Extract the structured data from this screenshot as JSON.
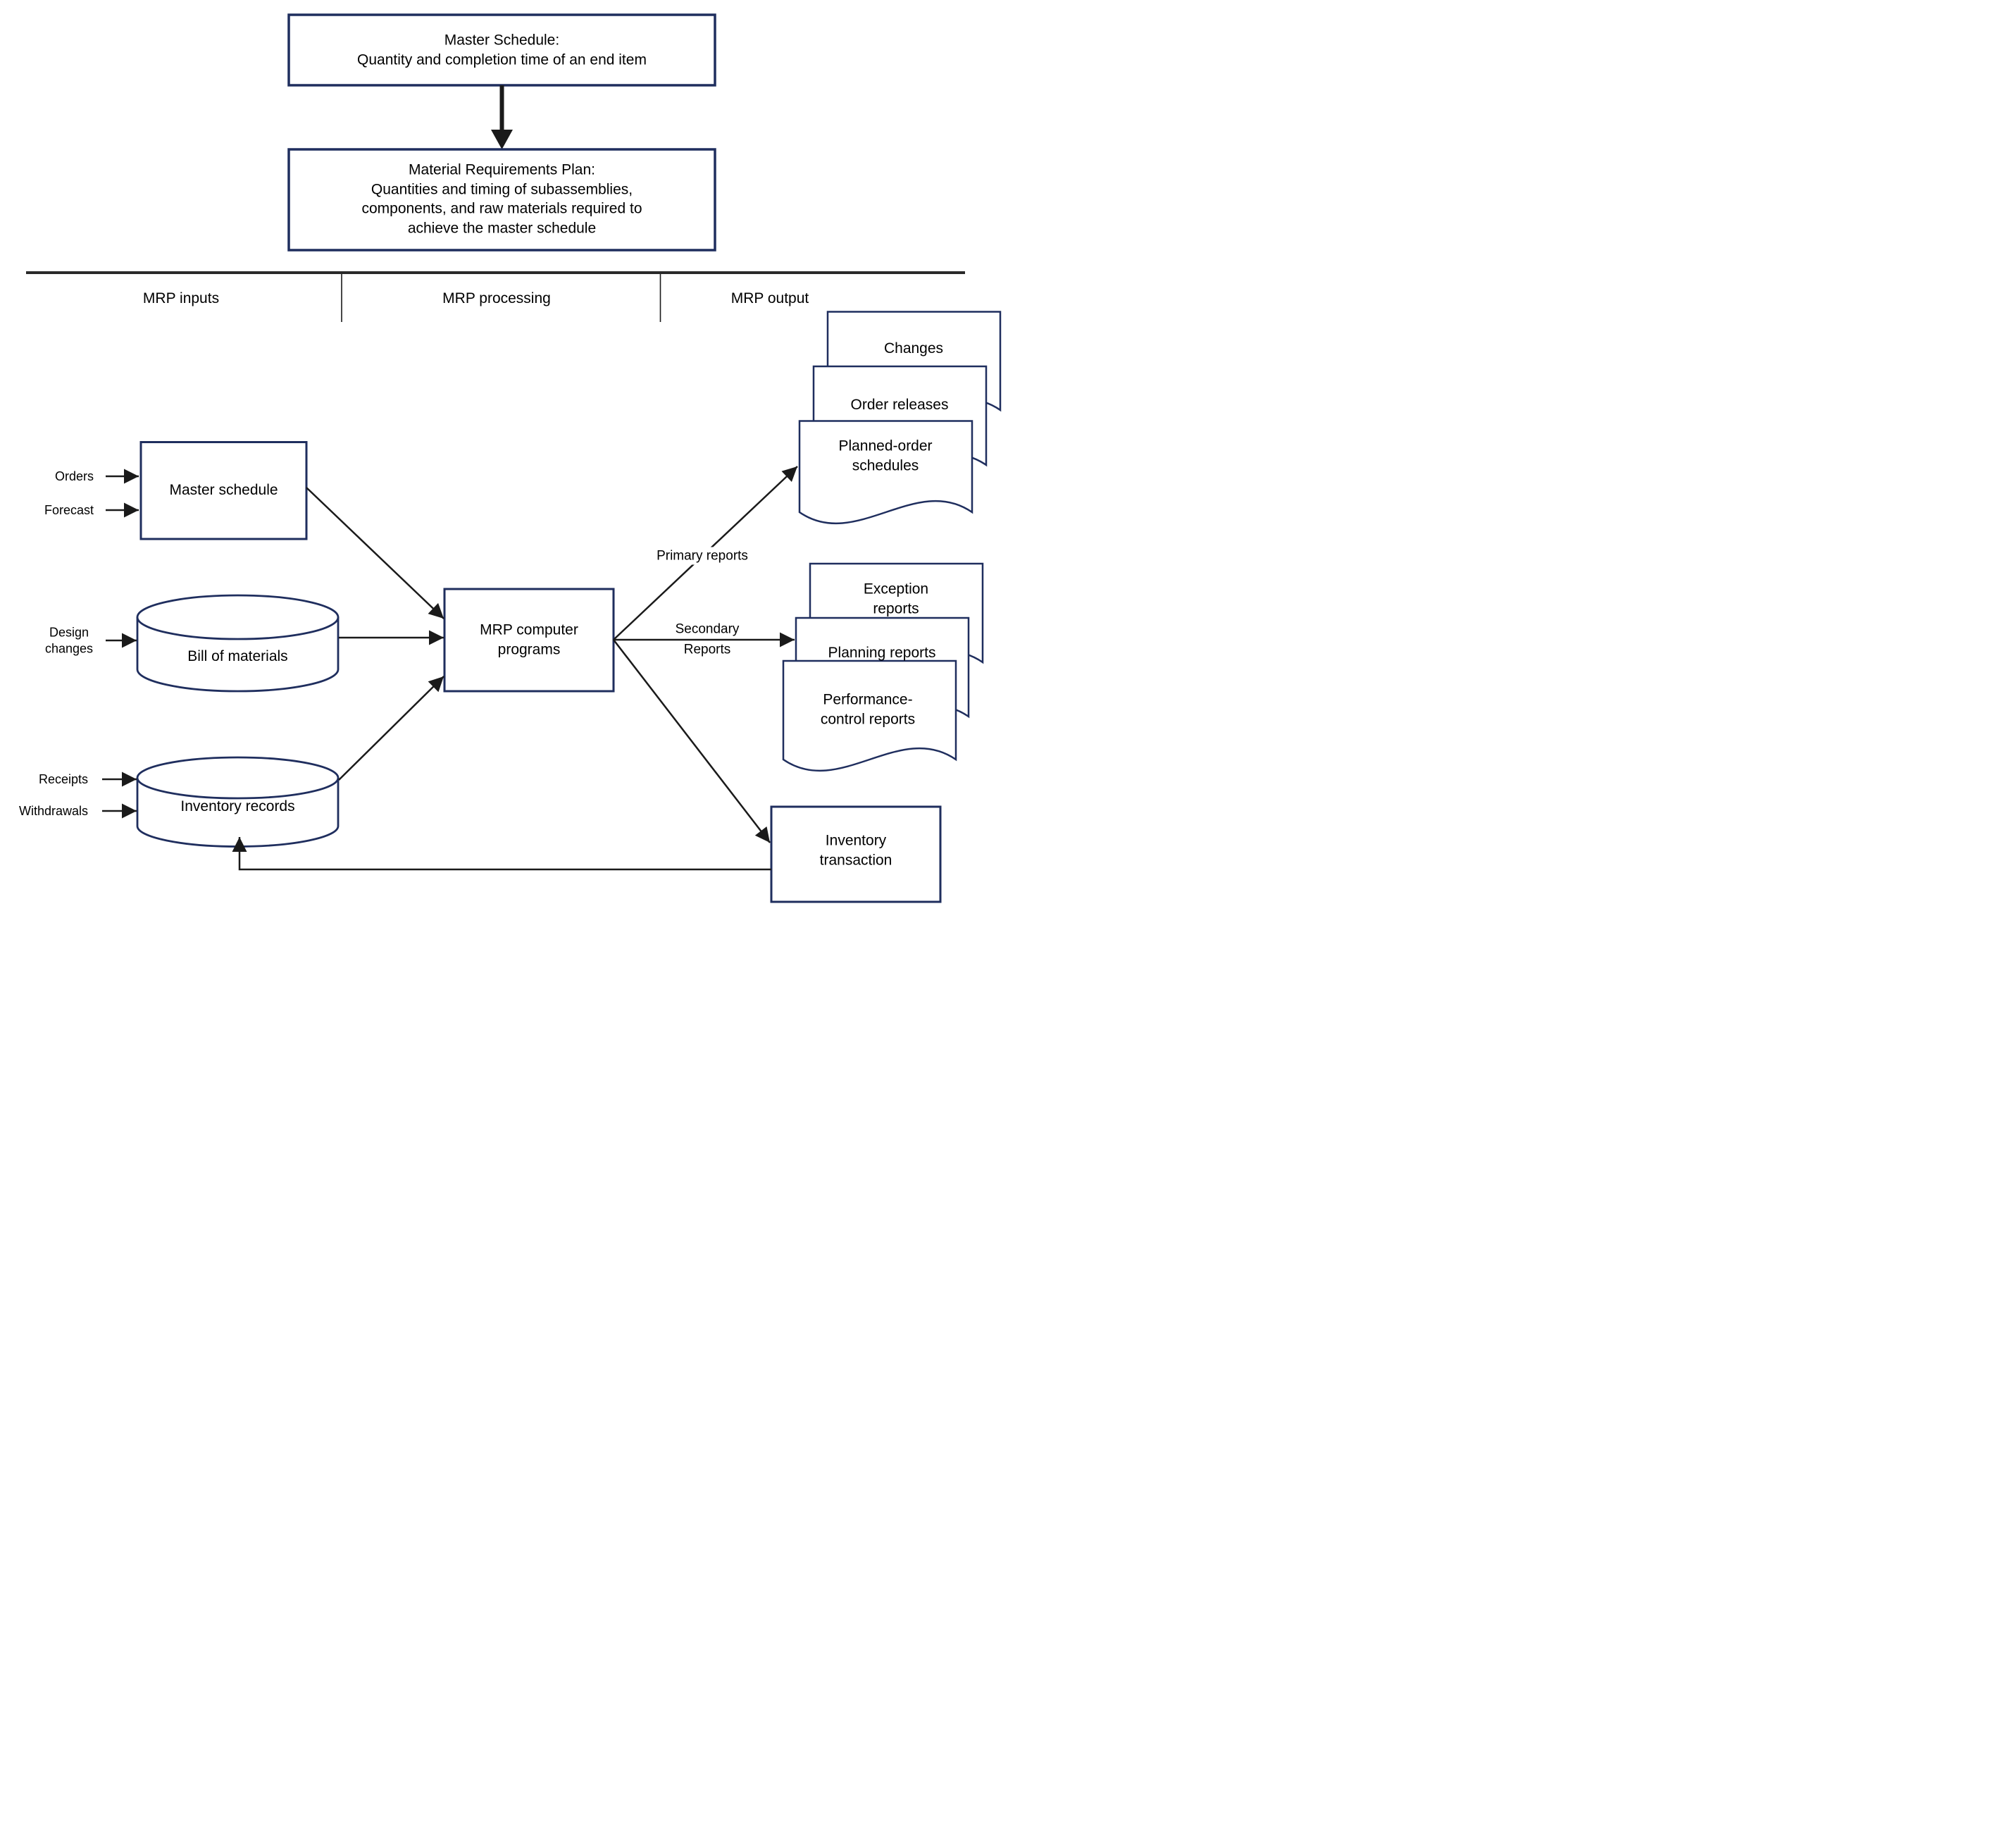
{
  "diagram": {
    "top_flow": {
      "master_schedule_box": "Master Schedule:\nQuantity and completion time of an end item",
      "mrp_plan_box": "Material Requirements Plan:\nQuantities and timing of subassemblies,\ncomponents, and raw materials required to\nachieve the master schedule"
    },
    "sections": {
      "inputs": "MRP inputs",
      "processing": "MRP processing",
      "output": "MRP output"
    },
    "inputs": {
      "master_schedule": "Master schedule",
      "orders": "Orders",
      "forecast": "Forecast",
      "bill_of_materials": "Bill of materials",
      "design_changes": "Design\nchanges",
      "inventory_records": "Inventory records",
      "receipts": "Receipts",
      "withdrawals": "Withdrawals"
    },
    "processing": {
      "mrp_programs": "MRP computer\nprograms"
    },
    "outputs": {
      "primary_label": "Primary reports",
      "secondary_label": "Secondary\nReports",
      "primary_docs": [
        "Changes",
        "Order releases",
        "Planned-order\nschedules"
      ],
      "secondary_docs": [
        "Exception reports",
        "Planning reports",
        "Performance-\ncontrol reports"
      ],
      "inventory_transaction": "Inventory\ntransaction"
    },
    "colors": {
      "border_navy": "#1f2e5e",
      "line_black": "#1a1a1a",
      "background": "#ffffff"
    }
  }
}
